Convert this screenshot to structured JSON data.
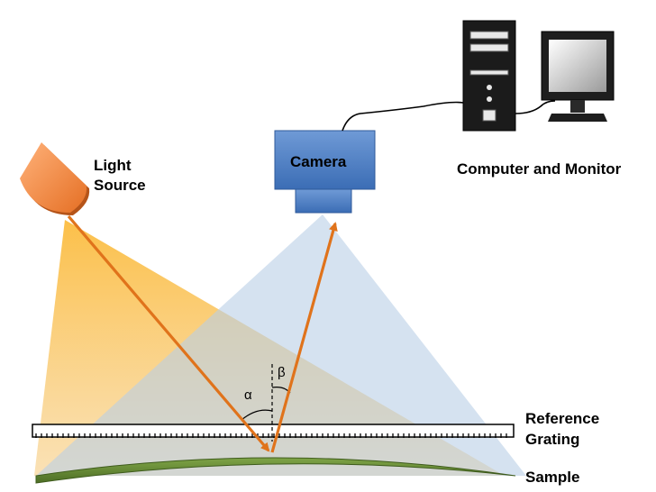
{
  "labels": {
    "light_source_line1": "Light",
    "light_source_line2": "Source",
    "camera": "Camera",
    "computer_monitor": "Computer and Monitor",
    "reference_line1": "Reference",
    "reference_line2": "Grating",
    "sample": "Sample",
    "alpha": "α",
    "beta": "β"
  },
  "colors": {
    "light_cone": "#f6b73c",
    "camera_cone": "#b9cfe6",
    "ray": "#e0731b",
    "camera_body": "#4d7fc4",
    "sample_fill": "#6b8e3a",
    "light_source": "#f08a3c"
  },
  "icons": {
    "light": "lamp-icon",
    "camera": "camera-icon",
    "computer": "computer-tower-icon",
    "monitor": "monitor-icon"
  }
}
